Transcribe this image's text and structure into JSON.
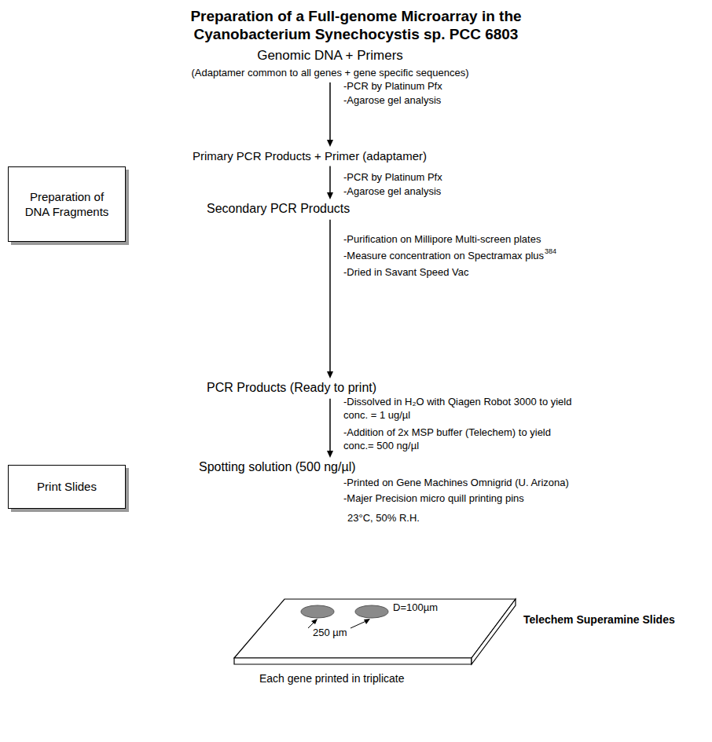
{
  "diagram": {
    "title": "Preparation of a Full-genome Microarray in the Cyanobacterium Synechocystis sp. PCC 6803",
    "nodes": [
      {
        "text": [
          "Genomic DNA + Primers",
          "(Adaptamer common to all genes + gene specific sequences)"
        ]
      },
      {
        "text": [
          "Preparation of DNA Fragments"
        ]
      },
      {
        "text": [
          "Primary PCR Products + Primer (adaptamer)"
        ]
      },
      {
        "text": [
          "Secondary PCR Products"
        ]
      },
      {
        "text": [
          "PCR Products (Ready to print)"
        ]
      },
      {
        "text": [
          "Spotting solution (500 ng/µl)"
        ]
      },
      {
        "text": [
          "Print Slides"
        ]
      }
    ],
    "edges": [
      {
        "from": 0,
        "to": 2,
        "arrow": "to"
      },
      {
        "from": 2,
        "to": 3,
        "arrow": "to"
      },
      {
        "from": 3,
        "to": 4,
        "arrow": "to"
      },
      {
        "from": 4,
        "to": 5,
        "arrow": "to"
      }
    ],
    "labels": [
      "-PCR by Platinum Pfx",
      "-Agarose gel analysis",
      "-PCR by Platinum Pfx",
      "-Agarose gel analysis",
      "-Purification on Millipore Multi-screen plates",
      "-Measure concentration on Spectramax plus",
      "384",
      "-Dried in Savant Speed Vac",
      "-Dissolved in H₂O with Qiagen Robot 3000 to yield conc. = 1 ug/µl",
      "-Addition of 2x MSP buffer (Telechem) to yield conc.= 500 ng/µl",
      "-Printed on Gene Machines Omnigrid (U. Arizona)",
      "-Majer Precision micro quill printing pins",
      "23°C, 50% R.H.",
      "250 µm",
      "D=100µm",
      "Telechem Superamine Slides",
      "Each gene printed in triplicate"
    ]
  }
}
